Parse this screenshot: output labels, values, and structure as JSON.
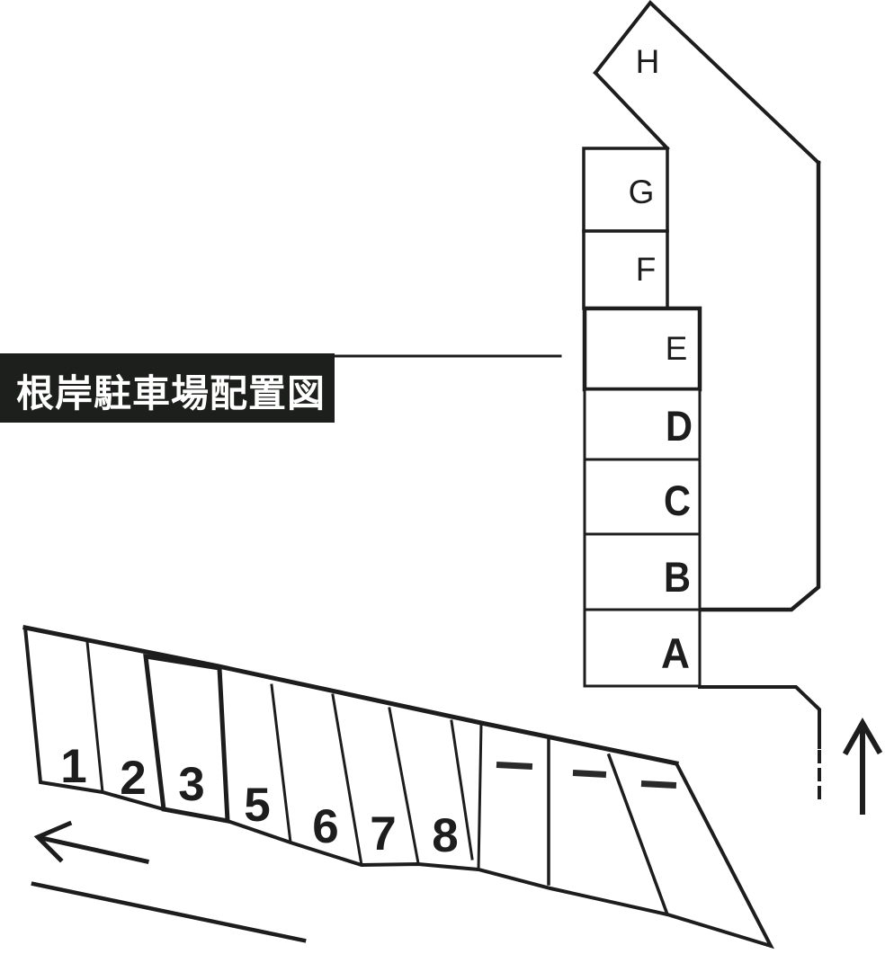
{
  "title": {
    "text": "根岸駐車場配置図"
  },
  "column_spaces": [
    {
      "label": "A"
    },
    {
      "label": "B"
    },
    {
      "label": "C"
    },
    {
      "label": "D"
    },
    {
      "label": "E"
    },
    {
      "label": "F"
    },
    {
      "label": "G"
    },
    {
      "label": "H"
    }
  ],
  "row_spaces": [
    {
      "label": "1"
    },
    {
      "label": "2"
    },
    {
      "label": "3"
    },
    {
      "label": "5"
    },
    {
      "label": "6"
    },
    {
      "label": "7"
    },
    {
      "label": "8"
    }
  ],
  "unnumbered_spaces": {
    "count": 3,
    "marker": "—"
  },
  "icons": {
    "up_arrow": "↑",
    "left_arrow": "←"
  },
  "colors": {
    "ink": "#1d1d1d",
    "banner_bg": "#1d1f1c",
    "banner_text": "#ffffff",
    "paper": "#ffffff"
  }
}
